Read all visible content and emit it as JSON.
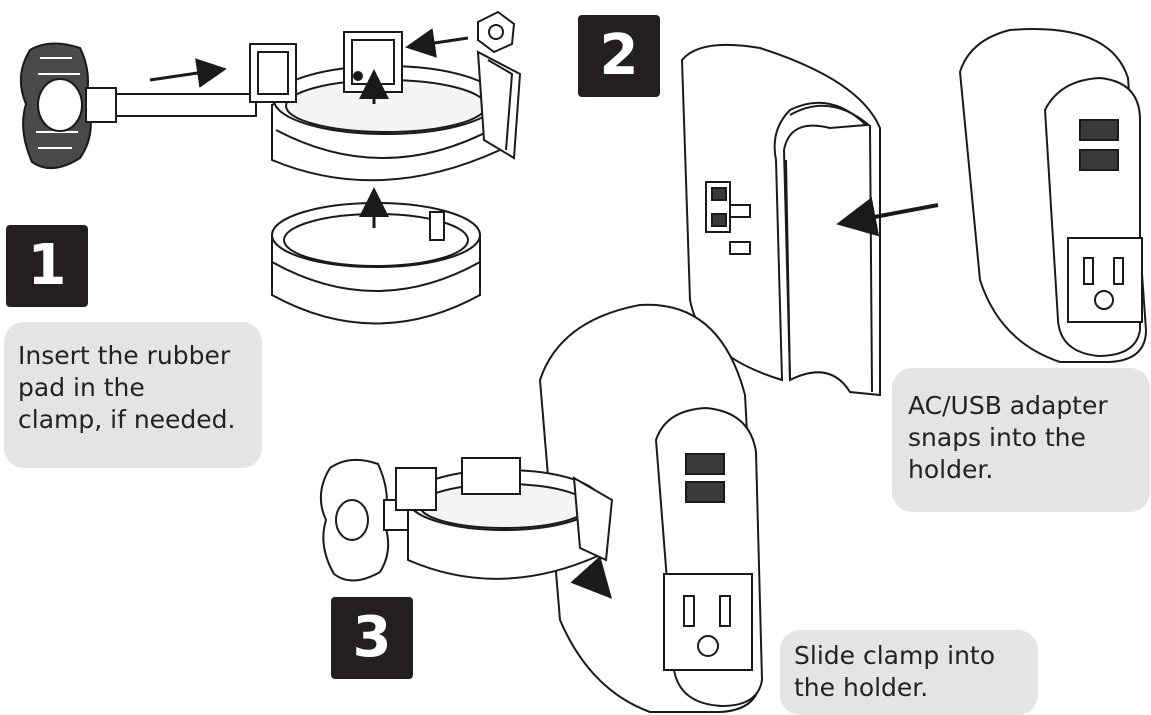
{
  "steps": [
    {
      "number": "1",
      "caption": "Insert the rubber\npad in the\nclamp, if needed."
    },
    {
      "number": "2",
      "caption": "AC/USB adapter\nsnaps into the\nholder."
    },
    {
      "number": "3",
      "caption": "Slide clamp into\nthe holder."
    }
  ],
  "colors": {
    "badge": "#231f20",
    "callout": "#e4e4e4",
    "line": "#1a1a1a",
    "shade": "#3a3a3a"
  }
}
